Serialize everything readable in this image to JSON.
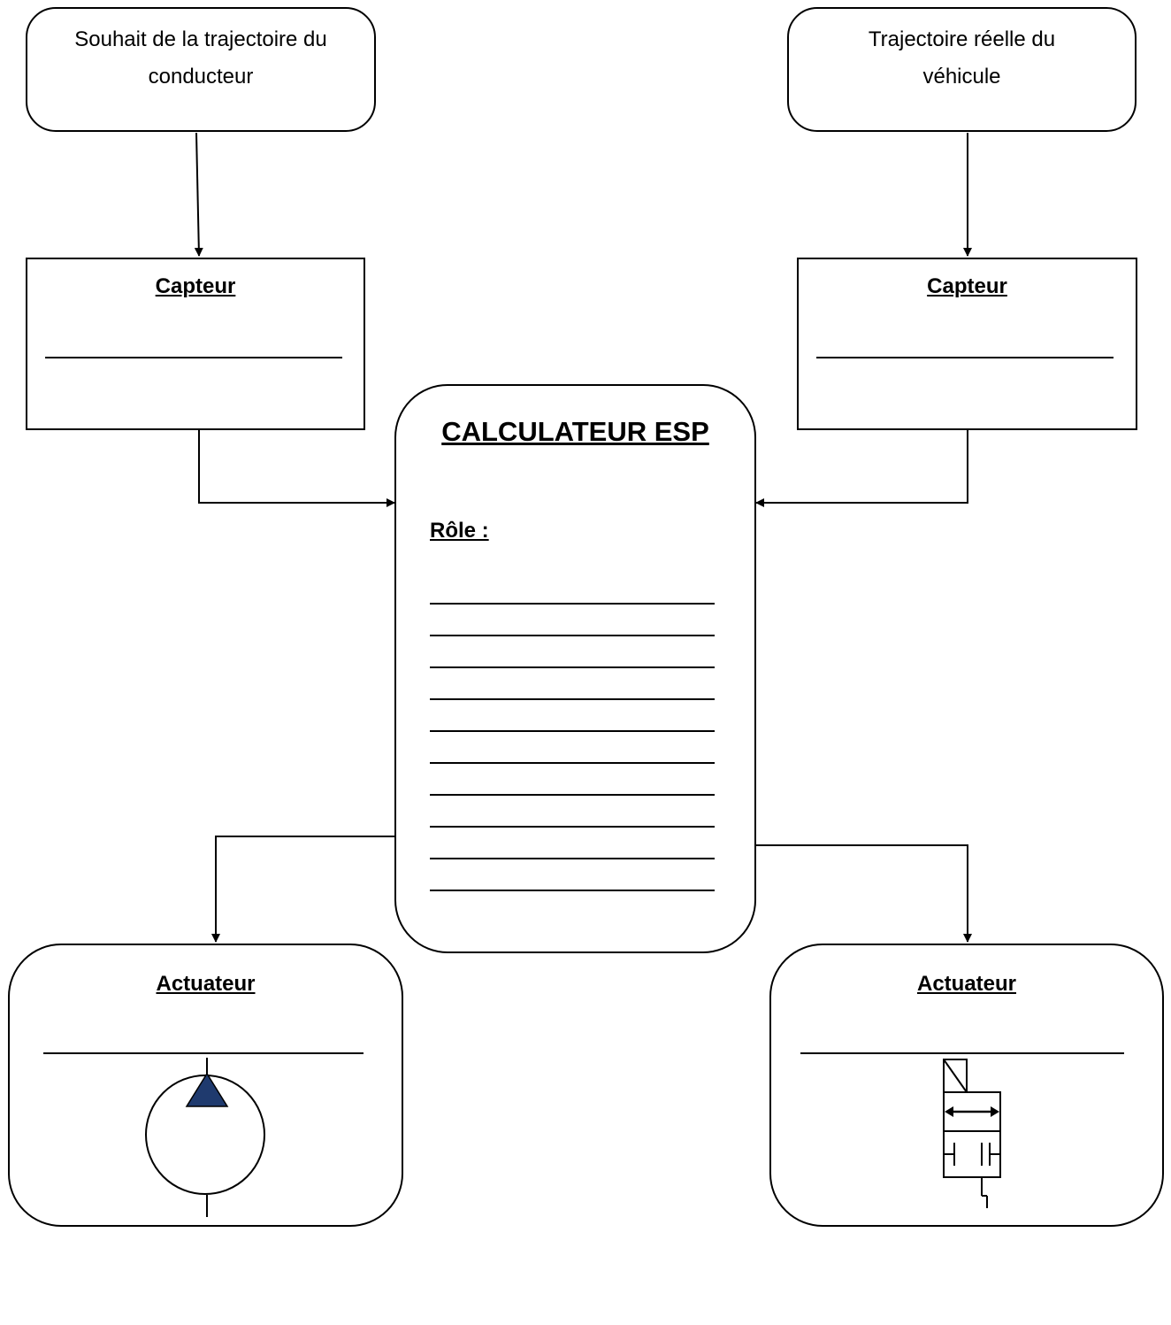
{
  "inputs": {
    "left": "Souhait de la trajectoire du conducteur",
    "right": "Trajectoire réelle du véhicule"
  },
  "sensors": {
    "left_title": "Capteur",
    "right_title": "Capteur"
  },
  "ecu": {
    "title": "CALCULATEUR ESP",
    "role_label": "Rôle :",
    "answer_lines": 10
  },
  "actuators": {
    "left_title": "Actuateur",
    "right_title": "Actuateur",
    "pump_color": "#1f3a6e"
  }
}
